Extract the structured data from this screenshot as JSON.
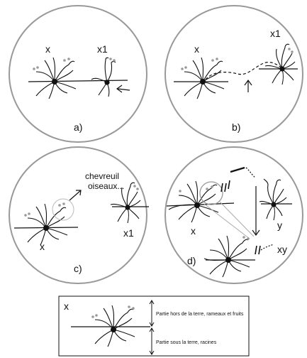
{
  "panels": {
    "a": {
      "caption": "a)",
      "left_plant": "x",
      "right_plant": "x1"
    },
    "b": {
      "caption": "b)",
      "left_plant": "x",
      "right_plant": "x1"
    },
    "c": {
      "caption": "c)",
      "left_plant": "x",
      "right_plant": "x1",
      "dispersers": "chevreuil\noiseaux..."
    },
    "d": {
      "caption": "d)",
      "left_plant": "x",
      "right_plant": "y",
      "offspring": "xy"
    }
  },
  "legend": {
    "plant": "x",
    "above_ground": "Partie hors de la terre, rameaux et fruits",
    "below_ground": "Partie sous la terre, racines"
  },
  "colors": {
    "circle_stroke": "#999999",
    "fruit": "#9a9a9a",
    "ink": "#111111"
  }
}
